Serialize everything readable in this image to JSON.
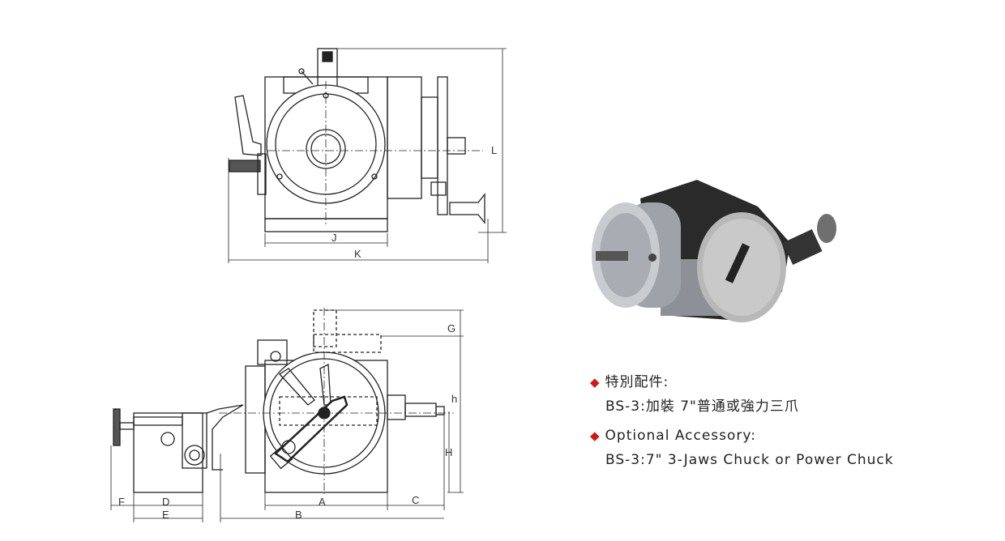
{
  "dimension_labels": {
    "L": "L",
    "J": "J",
    "K": "K",
    "G": "G",
    "h": "h",
    "H": "H",
    "A": "A",
    "B": "B",
    "C": "C",
    "D": "D",
    "E": "E",
    "F": "F"
  },
  "accessory": {
    "zh_heading": "特別配件:",
    "zh_text": "BS-3:加裝 7\"普通或強力三爪",
    "en_heading": "Optional Accessory:",
    "en_text": "BS-3:7\" 3-Jaws Chuck or Power Chuck",
    "bullet_icon": "diamond-icon",
    "bullet_color": "#d01818"
  }
}
